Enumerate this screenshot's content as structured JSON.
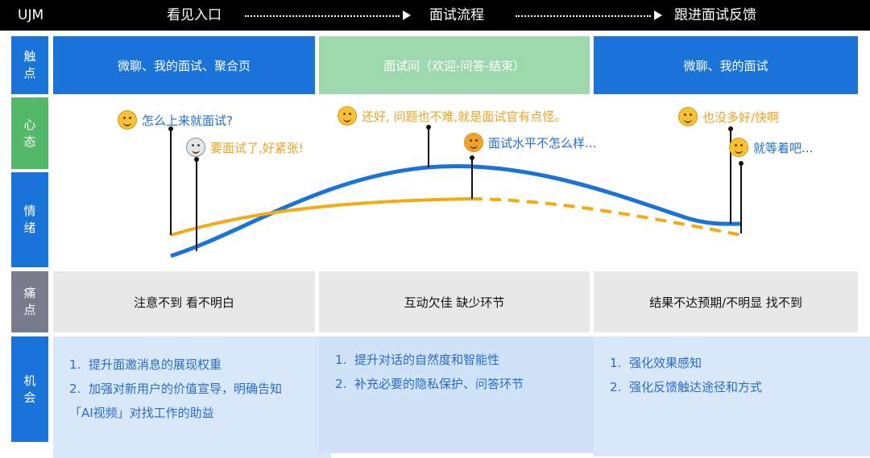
{
  "header": {
    "corner": "UJM",
    "stages": [
      "看见入口",
      "面试流程",
      "跟进面试反馈"
    ]
  },
  "rows": {
    "touchpoint": {
      "label": [
        "触",
        "点"
      ],
      "cells": [
        "微聊、我的面试、聚合页",
        "面试间（欢迎-问答-结束）",
        "微聊、我的面试"
      ]
    },
    "mindset": {
      "label": [
        "心",
        "态"
      ]
    },
    "emotion": {
      "label": [
        "情",
        "绪"
      ]
    },
    "pain": {
      "label": [
        "痛",
        "点"
      ],
      "cells": [
        "注意不到  看不明白",
        "互动欠佳  缺少环节",
        "结果不达预期/不明显   找不到"
      ]
    },
    "opportunity": {
      "label": [
        "机",
        "会"
      ],
      "cells": [
        {
          "items": [
            {
              "n": "1.",
              "text": "提升面邀消息的展现权重"
            },
            {
              "n": "2.",
              "text": "加强对新用户的价值宣导，明确告知",
              "cont": "「AI视频」对找工作的助益"
            }
          ]
        },
        {
          "items": [
            {
              "n": "1.",
              "text": "提升对话的自然度和智能性"
            },
            {
              "n": "2.",
              "text": "补充必要的隐私保护、问答环节"
            }
          ]
        },
        {
          "items": [
            {
              "n": "1.",
              "text": "强化效果感知"
            },
            {
              "n": "2.",
              "text": "强化反馈触达途径和方式"
            }
          ]
        }
      ]
    }
  },
  "emotions": [
    {
      "text": "怎么上来就面试?",
      "face": "skeptical-face-icon",
      "tone": "blue"
    },
    {
      "text": "要面试了,好紧张!",
      "face": "screaming-face-icon",
      "tone": "orange"
    },
    {
      "text": "还好, 问题也不难,就是面试官有点怪。",
      "face": "smiling-face-icon",
      "tone": "orange"
    },
    {
      "text": "面试水平不怎么样...",
      "face": "angry-face-icon",
      "tone": "blue"
    },
    {
      "text": "也没多好/快啊",
      "face": "pensive-face-icon",
      "tone": "orange"
    },
    {
      "text": "就等着吧...",
      "face": "expressionless-face-icon",
      "tone": "blue"
    }
  ],
  "colors": {
    "blue": "#1a73d8",
    "green": "#9ed8ad",
    "orange": "#f5a912",
    "grey": "#e8e8e8",
    "label_grey": "#7b7b8e",
    "label_green": "#54b86a"
  }
}
